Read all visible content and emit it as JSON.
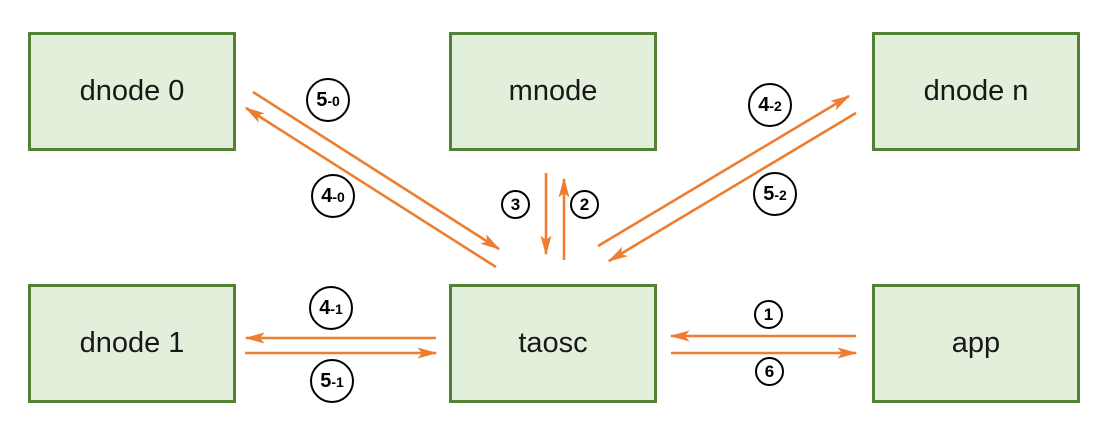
{
  "diagram": {
    "nodes": [
      {
        "id": "dnode0",
        "label": "dnode 0"
      },
      {
        "id": "mnode",
        "label": "mnode"
      },
      {
        "id": "dnoden",
        "label": "dnode n"
      },
      {
        "id": "dnode1",
        "label": "dnode 1"
      },
      {
        "id": "taosc",
        "label": "taosc"
      },
      {
        "id": "app",
        "label": "app"
      }
    ],
    "edges": [
      {
        "label": "5-0",
        "from": "dnode 0",
        "to": "taosc"
      },
      {
        "label": "4-0",
        "from": "taosc",
        "to": "dnode 0"
      },
      {
        "label": "3",
        "from": "mnode",
        "to": "taosc"
      },
      {
        "label": "2",
        "from": "taosc",
        "to": "mnode"
      },
      {
        "label": "4-2",
        "from": "taosc",
        "to": "dnode n"
      },
      {
        "label": "5-2",
        "from": "dnode n",
        "to": "taosc"
      },
      {
        "label": "4-1",
        "from": "taosc",
        "to": "dnode 1"
      },
      {
        "label": "5-1",
        "from": "dnode 1",
        "to": "taosc"
      },
      {
        "label": "1",
        "from": "app",
        "to": "taosc"
      },
      {
        "label": "6",
        "from": "taosc",
        "to": "app"
      }
    ],
    "colors": {
      "node_fill": "#e2efda",
      "node_border": "#548235",
      "arrow": "#ed7d31",
      "badge_border": "#000000",
      "text": "#181818",
      "background": "#ffffff"
    }
  }
}
